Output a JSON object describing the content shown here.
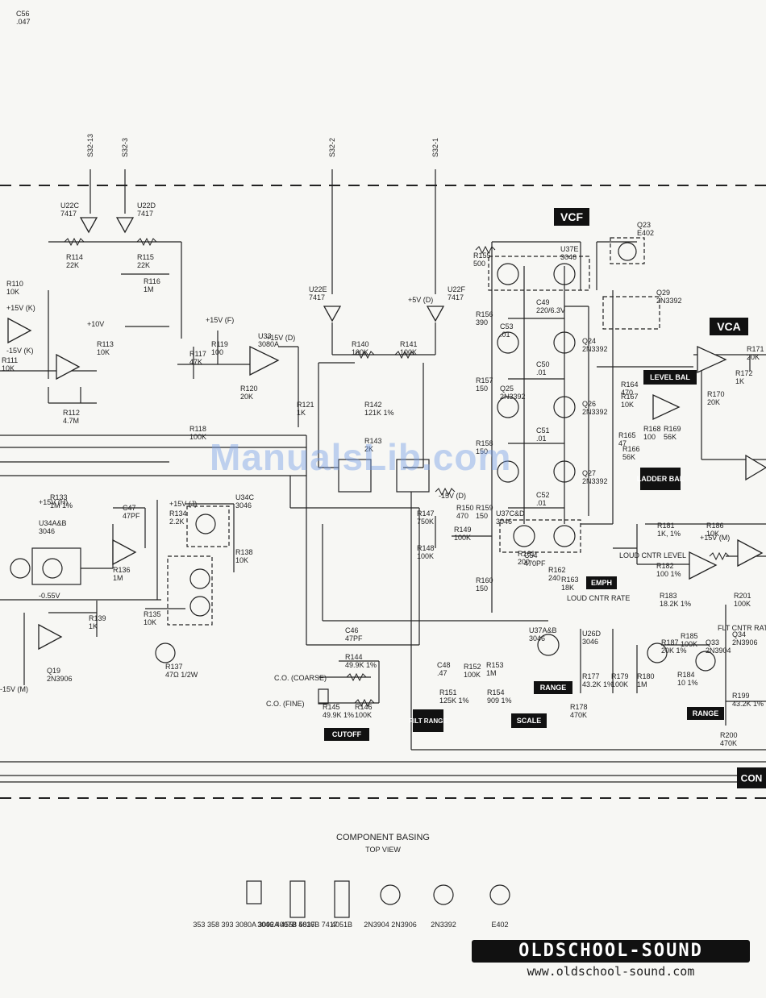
{
  "section_tags": {
    "vcf": "VCF",
    "vca": "VCA",
    "level_bal": "LEVEL BAL",
    "ladder_bal": "LADDER BAL",
    "emph": "EMPH",
    "range_left": "RANGE",
    "range_right": "RANGE",
    "filt_range": "FILT RANGE",
    "scale": "SCALE",
    "cutoff": "CUTOFF",
    "con": "CON"
  },
  "inputs": [
    "S32-13",
    "S32-3",
    "S32-2",
    "S32-1"
  ],
  "components": [
    {
      "ref": "U22C",
      "value": "7417"
    },
    {
      "ref": "U22D",
      "value": "7417"
    },
    {
      "ref": "R114",
      "value": "22K"
    },
    {
      "ref": "R115",
      "value": "22K"
    },
    {
      "ref": "R116",
      "value": "1M"
    },
    {
      "ref": "R110",
      "value": "10K"
    },
    {
      "ref": "R111",
      "value": "10K"
    },
    {
      "ref": "R112",
      "value": "4.7M"
    },
    {
      "ref": "R113",
      "value": "10K"
    },
    {
      "ref": "R117",
      "value": "47K"
    },
    {
      "ref": "R118",
      "value": "100K"
    },
    {
      "ref": "R119",
      "value": "100"
    },
    {
      "ref": "R120",
      "value": "20K"
    },
    {
      "ref": "R121",
      "value": "1K"
    },
    {
      "ref": "U33",
      "value": "3080A"
    },
    {
      "ref": "U22E",
      "value": "7417"
    },
    {
      "ref": "U22F",
      "value": "7417"
    },
    {
      "ref": "R140",
      "value": "100K"
    },
    {
      "ref": "R141",
      "value": "100K"
    },
    {
      "ref": "R142",
      "value": "121K 1%"
    },
    {
      "ref": "R143",
      "value": "2K"
    },
    {
      "ref": "R133",
      "value": "1M 1%"
    },
    {
      "ref": "U34A&B",
      "value": "3046"
    },
    {
      "ref": "C47",
      "value": "47PF"
    },
    {
      "ref": "R136",
      "value": "1M"
    },
    {
      "ref": "R134",
      "value": "2.2K"
    },
    {
      "ref": "U34C",
      "value": "3046"
    },
    {
      "ref": "R138",
      "value": "10K"
    },
    {
      "ref": "R139",
      "value": "1K"
    },
    {
      "ref": "R135",
      "value": "10K"
    },
    {
      "ref": "R137",
      "value": "47Ω 1/2W"
    },
    {
      "ref": "Q19",
      "value": "2N3906"
    },
    {
      "ref": "C46",
      "value": "47PF"
    },
    {
      "ref": "R144",
      "value": "49.9K 1%"
    },
    {
      "ref": "R145",
      "value": "49.9K 1%"
    },
    {
      "ref": "R146",
      "value": "100K"
    },
    {
      "ref": "R147",
      "value": "750K"
    },
    {
      "ref": "R148",
      "value": "100K"
    },
    {
      "ref": "R149",
      "value": "100K"
    },
    {
      "ref": "R150",
      "value": "470"
    },
    {
      "ref": "C48",
      "value": ".47"
    },
    {
      "ref": "R151",
      "value": "125K 1%"
    },
    {
      "ref": "R152",
      "value": "100K"
    },
    {
      "ref": "R153",
      "value": "1M"
    },
    {
      "ref": "R154",
      "value": "909 1%"
    },
    {
      "ref": "R155",
      "value": "500"
    },
    {
      "ref": "R156",
      "value": "390"
    },
    {
      "ref": "R157",
      "value": "150"
    },
    {
      "ref": "R158",
      "value": "150"
    },
    {
      "ref": "R159",
      "value": "150"
    },
    {
      "ref": "R160",
      "value": "150"
    },
    {
      "ref": "R161",
      "value": "200"
    },
    {
      "ref": "R162",
      "value": "240"
    },
    {
      "ref": "R163",
      "value": "18K"
    },
    {
      "ref": "R164",
      "value": "470"
    },
    {
      "ref": "R165",
      "value": "47"
    },
    {
      "ref": "R166",
      "value": "56K"
    },
    {
      "ref": "R167",
      "value": "10K"
    },
    {
      "ref": "R168",
      "value": "100"
    },
    {
      "ref": "R169",
      "value": "56K"
    },
    {
      "ref": "R170",
      "value": "20K"
    },
    {
      "ref": "R171",
      "value": "20K"
    },
    {
      "ref": "R172",
      "value": "1K"
    },
    {
      "ref": "C54",
      "value": "470PF"
    },
    {
      "ref": "C49",
      "value": "220/6.3V"
    },
    {
      "ref": "C50",
      "value": ".01"
    },
    {
      "ref": "C51",
      "value": ".01"
    },
    {
      "ref": "C52",
      "value": ".01"
    },
    {
      "ref": "C53",
      "value": ".01"
    },
    {
      "ref": "Q24",
      "value": "2N3392"
    },
    {
      "ref": "Q25",
      "value": "2N3392"
    },
    {
      "ref": "Q26",
      "value": "2N3392"
    },
    {
      "ref": "Q27",
      "value": "2N3392"
    },
    {
      "ref": "Q29",
      "value": "2N3392"
    },
    {
      "ref": "Q23",
      "value": "E402"
    },
    {
      "ref": "U37E",
      "value": "3046"
    },
    {
      "ref": "U37C&D",
      "value": "3046"
    },
    {
      "ref": "U37A&B",
      "value": "3046"
    },
    {
      "ref": "U26D",
      "value": "3046"
    },
    {
      "ref": "R177",
      "value": "43.2K 1%"
    },
    {
      "ref": "R178",
      "value": "470K"
    },
    {
      "ref": "R179",
      "value": "100K"
    },
    {
      "ref": "R180",
      "value": "1M"
    },
    {
      "ref": "R181",
      "value": "1K, 1%"
    },
    {
      "ref": "R182",
      "value": "100 1%"
    },
    {
      "ref": "R183",
      "value": "18.2K 1%"
    },
    {
      "ref": "R184",
      "value": "10 1%"
    },
    {
      "ref": "R185",
      "value": "100K"
    },
    {
      "ref": "R186",
      "value": "10K"
    },
    {
      "ref": "R187",
      "value": "20K 1%"
    },
    {
      "ref": "Q33",
      "value": "2N3904"
    },
    {
      "ref": "Q34",
      "value": "2N3906"
    },
    {
      "ref": "R199",
      "value": "43.2K 1%"
    },
    {
      "ref": "R200",
      "value": "470K"
    },
    {
      "ref": "R201",
      "value": "100K"
    },
    {
      "ref": "C56",
      "value": ".047"
    }
  ],
  "rails": [
    "+15V (K)",
    "-15V (K)",
    "+15V (D)",
    "-15V (D)",
    "+15V (F)",
    "+15V (H)",
    "+15V (J)",
    "-15V (M)",
    "+15V (M)",
    "+5V (D)",
    "+10V",
    "-0.55V"
  ],
  "pot_labels": {
    "coarse": "C.O. (COARSE)",
    "fine": "C.O. (FINE)",
    "loud_cntr_level": "LOUD CNTR LEVEL",
    "loud_cntr_rate": "LOUD CNTR RATE",
    "flt_cntr_rate": "FLT CNTR RATE"
  },
  "basing": {
    "title": "COMPONENT BASING",
    "subtitle": "TOP VIEW",
    "groups": [
      {
        "parts": "353 358 393 3080A 3092A 4558 5837"
      },
      {
        "parts": "3046 4007B 4016B 7417"
      },
      {
        "parts": "4051B"
      },
      {
        "parts": "2N3904 2N3906"
      },
      {
        "parts": "2N3392"
      },
      {
        "parts": "E402"
      }
    ]
  },
  "watermark": "ManualsLib.com",
  "brand": {
    "logo": "OLDSCHOOL-SOUND",
    "url": "www.oldschool-sound.com"
  }
}
